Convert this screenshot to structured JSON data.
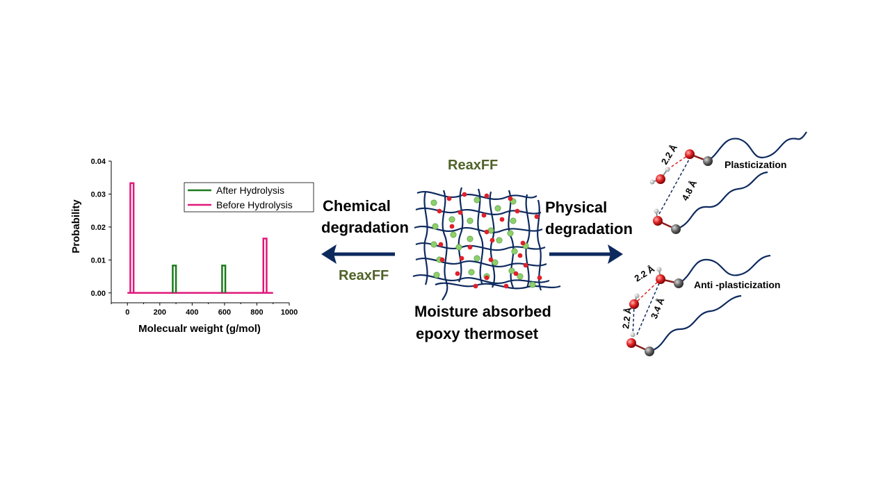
{
  "chart_data": {
    "type": "line",
    "xlabel": "Molecualr weight (g/mol)",
    "ylabel": "Probability",
    "xlim": [
      -100,
      1000
    ],
    "ylim": [
      -0.003,
      0.04
    ],
    "xticks": [
      "0",
      "200",
      "400",
      "600",
      "800",
      "1000"
    ],
    "yticks": [
      "0.00",
      "0.01",
      "0.02",
      "0.03",
      "0.04"
    ],
    "legend_position": "top-right",
    "series": [
      {
        "name": "After Hydrolysis",
        "color": "#1a7a1a",
        "bars": [
          {
            "x0": 280,
            "x1": 300,
            "value": 0.0083
          },
          {
            "x0": 585,
            "x1": 605,
            "value": 0.0083
          }
        ]
      },
      {
        "name": "Before Hydrolysis",
        "color": "#e0187a",
        "bars": [
          {
            "x0": 18,
            "x1": 38,
            "value": 0.0333
          },
          {
            "x0": 840,
            "x1": 860,
            "value": 0.0165
          }
        ],
        "baseline": [
          0,
          900
        ]
      }
    ]
  },
  "labels": {
    "left_top": "Chemical",
    "left_bottom": "degradation",
    "left_method": "ReaxFF",
    "center_method": "ReaxFF",
    "center_top": "Moisture absorbed",
    "center_bottom": "epoxy thermoset",
    "right_top": "Physical",
    "right_bottom": "degradation",
    "plasticization": "Plasticization",
    "anti_plasticization": "Anti -plasticization",
    "dist_p1": "2.2 Å",
    "dist_p2": "4.8 Å",
    "dist_a1": "2.2 Å",
    "dist_a2": "2.2 Å",
    "dist_a3": "3.4 Å"
  },
  "colors": {
    "arrow": "#0d2a5e",
    "chain": "#0d2a5e",
    "crosslink": "#e0202a",
    "water": "#8dd06a",
    "oxygen": "#e02a2a",
    "carbon": "#606060",
    "hydrogen": "#e8e8e8"
  }
}
